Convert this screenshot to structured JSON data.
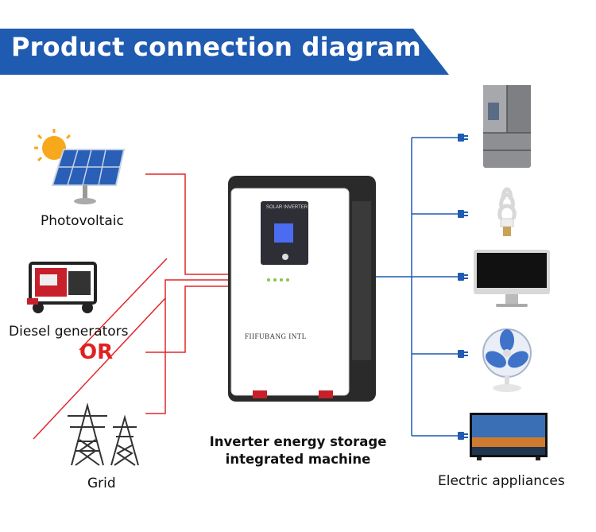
{
  "title": "Product connection diagram",
  "sources": {
    "photovoltaic": "Photovoltaic",
    "diesel": "Diesel generators",
    "or": "OR",
    "grid": "Grid"
  },
  "machine": {
    "screen_label": "SOLAR INVERTER",
    "brand": "FIIFUBANG INTL",
    "caption_line1": "Inverter energy storage",
    "caption_line2": "integrated machine"
  },
  "outputs": {
    "label": "Electric appliances",
    "items": [
      "refrigerator",
      "light bulb",
      "computer monitor",
      "electric fan",
      "television"
    ]
  },
  "colors": {
    "banner": "#1f5bb0",
    "source_wires": "#e3262b",
    "output_wires": "#1f5bb0"
  }
}
